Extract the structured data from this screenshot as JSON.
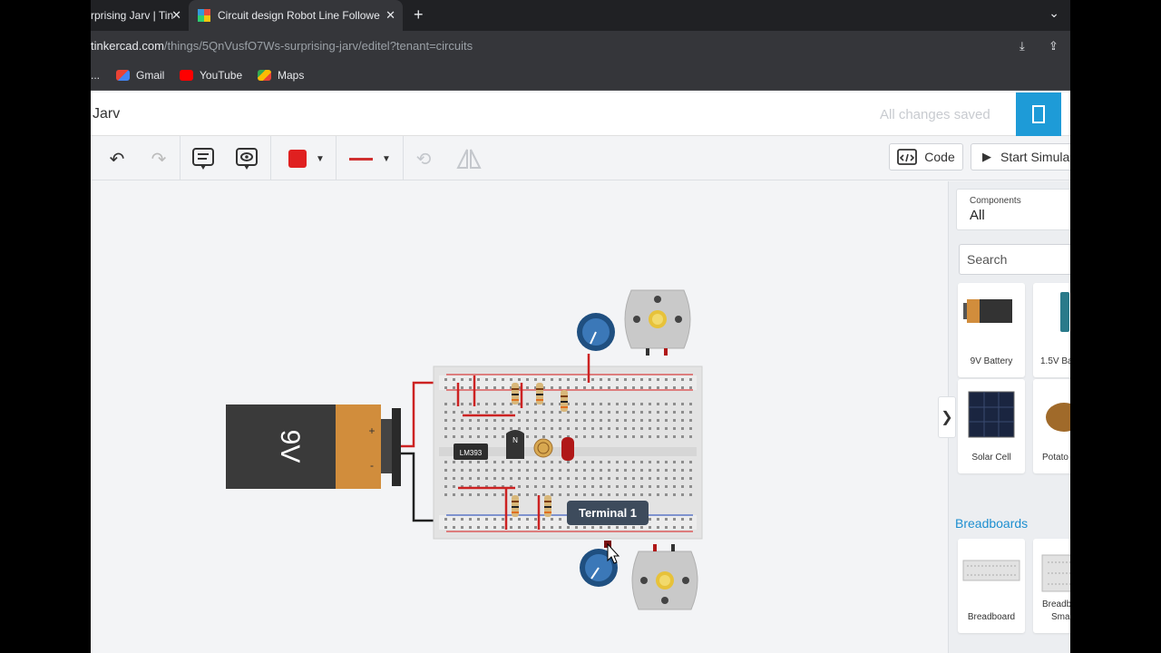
{
  "browser": {
    "tabs": [
      {
        "title": "rprising Jarv | Tin",
        "active": false
      },
      {
        "title": "Circuit design Robot Line Followe",
        "active": true
      }
    ],
    "url_host": "tinkercad.com",
    "url_path": "/things/5QnVusfO7Ws-surprising-jarv/editel?tenant=circuits",
    "bookmarks": [
      {
        "label": "Gmail",
        "icon": "gmail-icon"
      },
      {
        "label": "YouTube",
        "icon": "youtube-icon"
      },
      {
        "label": "Maps",
        "icon": "maps-icon"
      }
    ],
    "bookmark_overflow": "..."
  },
  "app": {
    "project_name": "Jarv",
    "save_status": "All changes saved"
  },
  "toolbar": {
    "code_label": "Code",
    "start_label": "Start Simula",
    "fill_color": "#e02020",
    "wire_color": "#d03030"
  },
  "canvas": {
    "battery_label": "9V",
    "battery_plus": "+",
    "battery_minus": "-",
    "ic_label": "LM393",
    "transistor_label": "N",
    "tooltip": "Terminal 1"
  },
  "panel": {
    "components_label": "Components",
    "components_value": "All",
    "search_placeholder": "Search",
    "items": [
      {
        "label": "9V Battery"
      },
      {
        "label": "1.5V Ba"
      },
      {
        "label": "Solar Cell"
      },
      {
        "label": "Potato B"
      }
    ],
    "breadboards_heading": "Breadboards",
    "breadboards": [
      {
        "label": "Breadboard"
      },
      {
        "label": "Breadb",
        "label2": "Sma"
      }
    ]
  }
}
